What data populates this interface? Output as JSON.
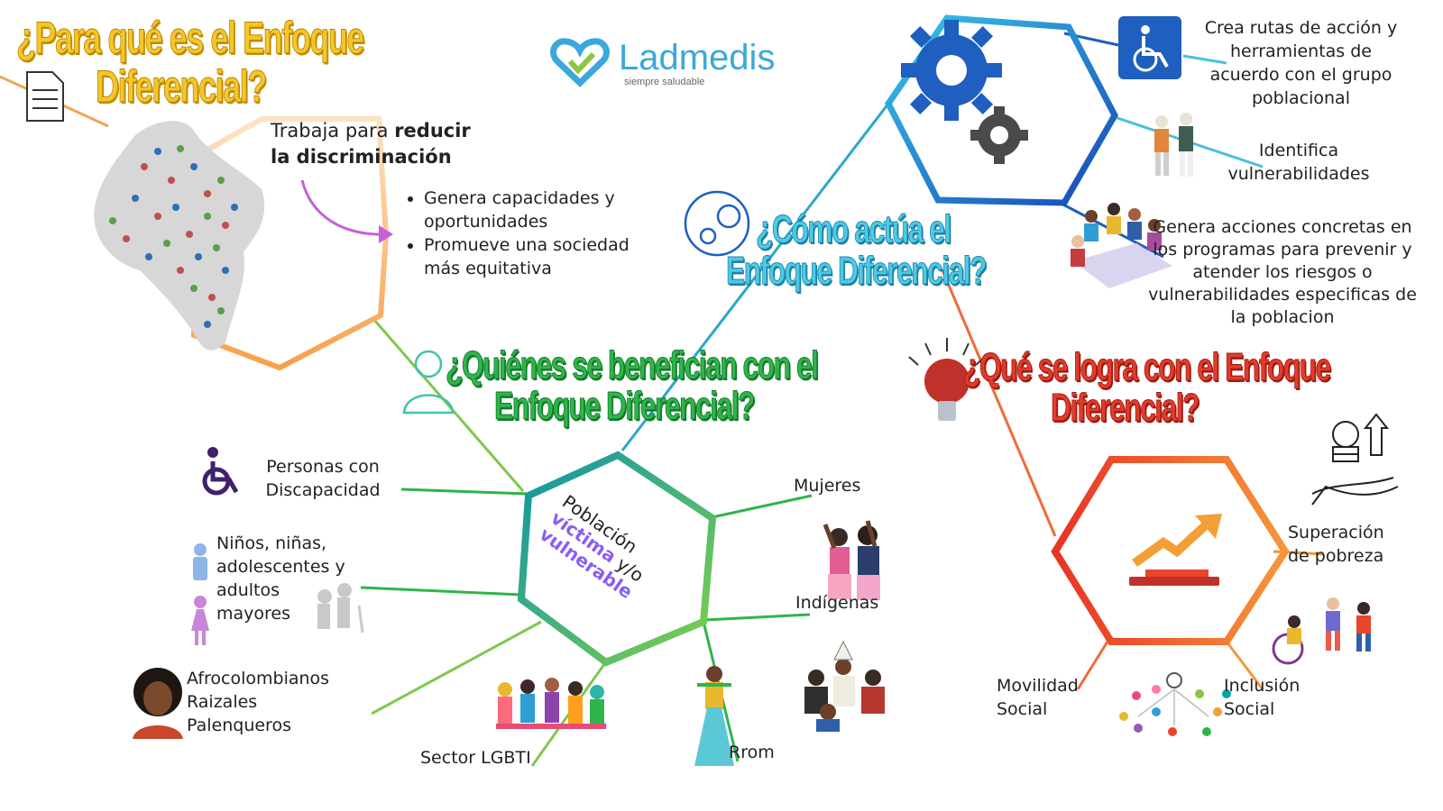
{
  "logo": {
    "name": "Ladmedis",
    "tagline": "siempre saludable",
    "color": "#3aa8dc"
  },
  "sections": {
    "para_que": {
      "title_line1": "¿Para qué es el Enfoque",
      "title_line2": "Diferencial?",
      "lead_normal": "Trabaja para ",
      "lead_bold_1": "reducir",
      "lead_bold_2": "la discriminación",
      "bullets": [
        "Genera capacidades y oportunidades",
        "Promueve una sociedad más equitativa"
      ],
      "color": "#f5a04a"
    },
    "como": {
      "title_line1": "¿Cómo actúa el",
      "title_line2": "Enfoque Diferencial?",
      "items": [
        "Crea rutas de acción y herramientas de acuerdo con el grupo poblacional",
        "Identifica vulnerabilidades",
        "Genera acciones concretas en los programas para prevenir y atender los riesgos o vulnerabilidades especificas de la poblacion"
      ],
      "color": "#1e5fbf"
    },
    "quienes": {
      "title_line1": "¿Quiénes se benefician con el",
      "title_line2": "Enfoque Diferencial?",
      "center_line1": "Población",
      "center_line2a": "víctima",
      "center_line2b": "y/o",
      "center_line3": "vulnerable",
      "groups": {
        "discapacidad": "Personas con Discapacidad",
        "ninos_1": "Niños, niñas,",
        "ninos_2": "adolescentes y",
        "ninos_3": "adultos",
        "ninos_4": "mayores",
        "afro_1": "Afrocolombianos",
        "afro_2": "Raizales",
        "afro_3": "Palenqueros",
        "lgbti": "Sector LGBTI",
        "rrom": "Rrom",
        "indigenas": "Indígenas",
        "mujeres": "Mujeres"
      },
      "color": "#2fb54a"
    },
    "que_logra": {
      "title_line1": "¿Qué se logra con el Enfoque",
      "title_line2": "Diferencial?",
      "outcomes": {
        "pobreza_1": "Superación",
        "pobreza_2": "de pobreza",
        "movilidad_1": "Movilidad",
        "movilidad_2": "Social",
        "inclusion_1": "Inclusión",
        "inclusion_2": "Social"
      },
      "color": "#e8452c"
    }
  },
  "icons": [
    "document-icon",
    "colombia-people-map-icon",
    "person-outline-icon",
    "gears-icon",
    "gear-circle-icon",
    "wheelchair-icon",
    "elderly-couple-icon",
    "group-meeting-icon",
    "lightbulb-icon",
    "growth-chart-icon",
    "money-hand-icon",
    "children-playing-icon",
    "community-network-icon",
    "women-icon",
    "indigenous-group-icon",
    "rrom-woman-icon",
    "lgbti-group-icon",
    "afro-person-icon",
    "boy-girl-icon"
  ]
}
